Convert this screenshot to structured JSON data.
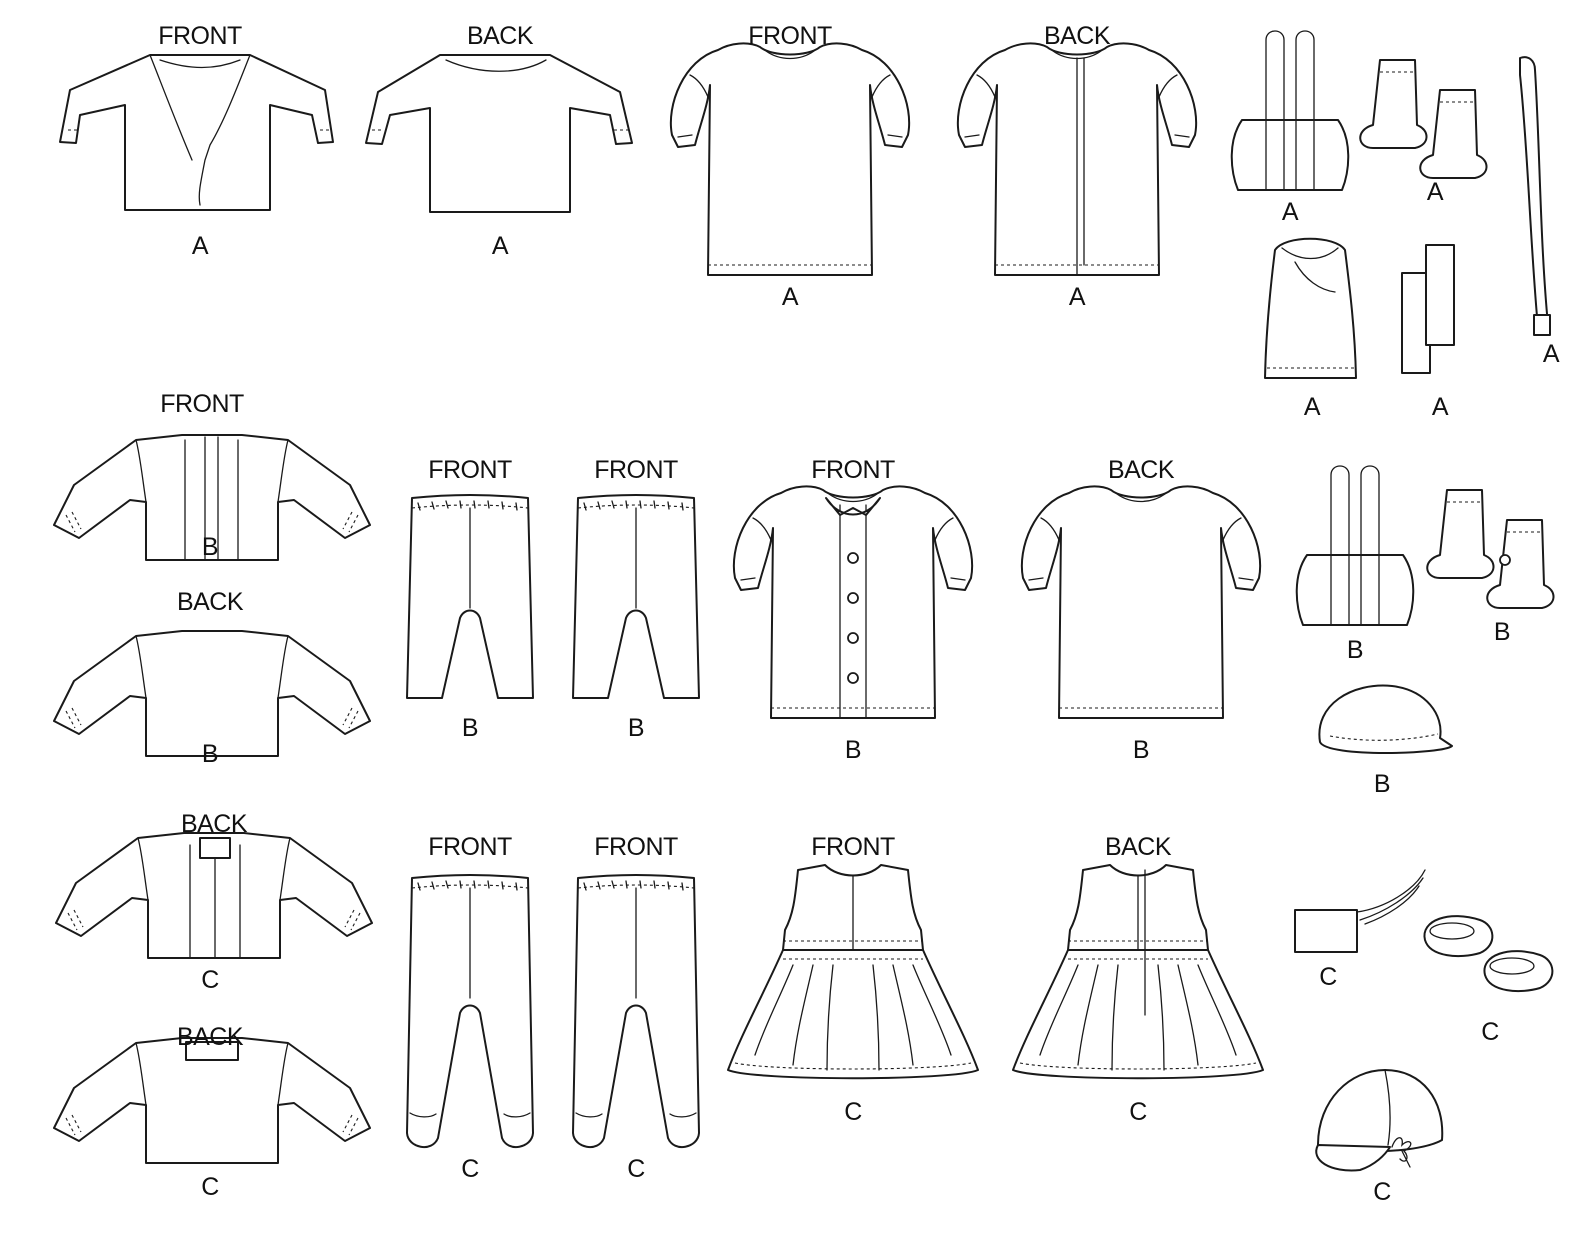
{
  "labels": {
    "front": "FRONT",
    "back": "BACK",
    "view_a": "A",
    "view_b": "B",
    "view_c": "C"
  },
  "ink_color": "#1a1a1a",
  "background_color": "#ffffff"
}
